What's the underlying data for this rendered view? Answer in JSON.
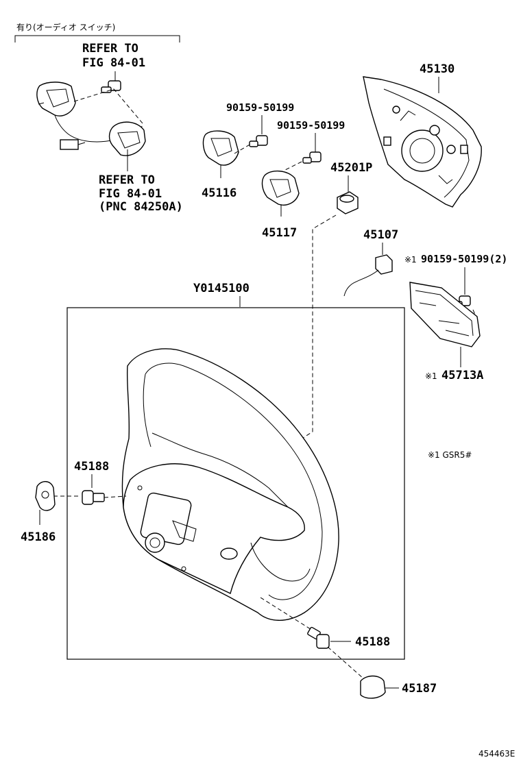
{
  "header_note": "有り(オーディオ スイッチ)",
  "labels": {
    "refer_top": "REFER TO",
    "refer_top_fig": "FIG 84-01",
    "refer_bottom": "REFER TO",
    "refer_bottom_fig": "FIG 84-01",
    "refer_bottom_pnc": "(PNC 84250A)",
    "p90159_a": "90159-50199",
    "p90159_b": "90159-50199",
    "p90159_c": "90159-50199(2)",
    "p45130": "45130",
    "p45116": "45116",
    "p45117": "45117",
    "p45201p": "45201P",
    "p45107": "45107",
    "p45713a": "45713A",
    "p_y0145100": "Y0145100",
    "p45188_a": "45188",
    "p45186": "45186",
    "p45188_b": "45188",
    "p45187": "45187",
    "mark1": "※1",
    "mark2": "※1",
    "footnote": "※1 GSR5#",
    "figure_id": "454463E"
  }
}
